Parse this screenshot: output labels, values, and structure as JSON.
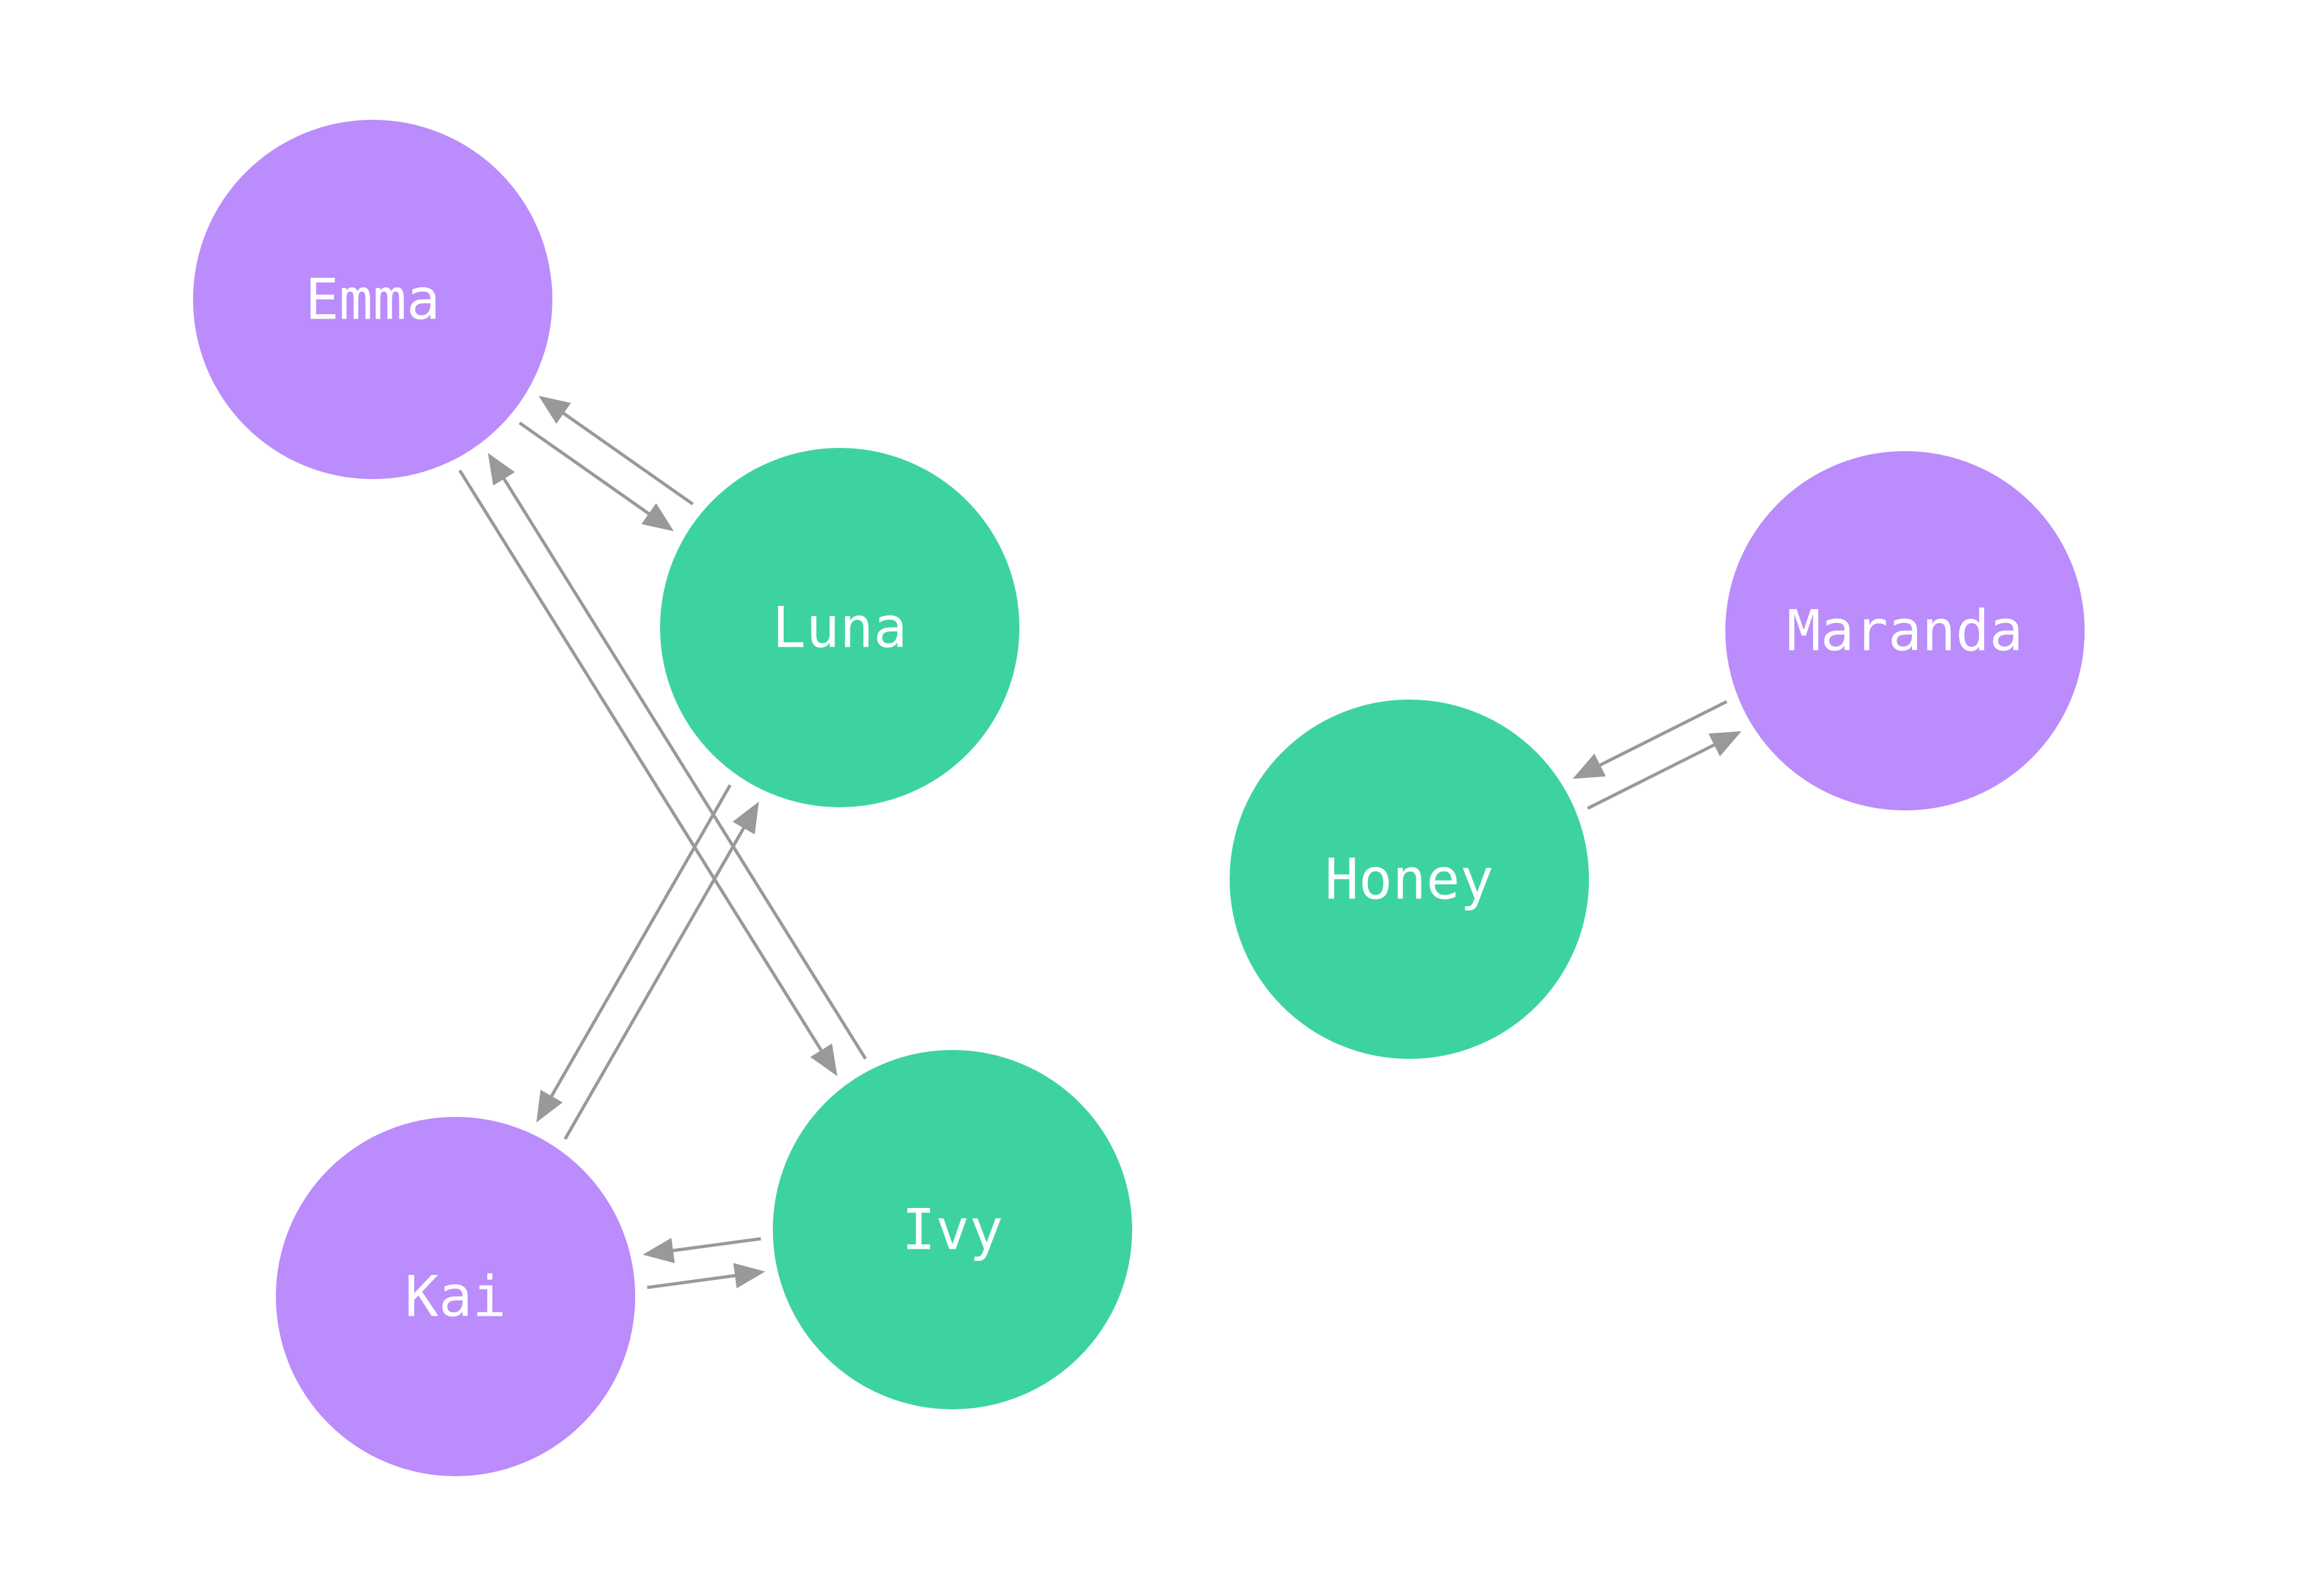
{
  "colors": {
    "purple": "#bb8cfc",
    "green": "#3dd3a0",
    "edge": "#999999",
    "background": "#ffffff"
  },
  "nodes": [
    {
      "id": "emma",
      "label": "Emma",
      "color": "purple"
    },
    {
      "id": "luna",
      "label": "Luna",
      "color": "green"
    },
    {
      "id": "kai",
      "label": "Kai",
      "color": "purple"
    },
    {
      "id": "ivy",
      "label": "Ivy",
      "color": "green"
    },
    {
      "id": "honey",
      "label": "Honey",
      "color": "green"
    },
    {
      "id": "maranda",
      "label": "Maranda",
      "color": "purple"
    }
  ],
  "edges": [
    {
      "from": "emma",
      "to": "luna"
    },
    {
      "from": "luna",
      "to": "emma"
    },
    {
      "from": "emma",
      "to": "ivy"
    },
    {
      "from": "ivy",
      "to": "emma"
    },
    {
      "from": "kai",
      "to": "luna"
    },
    {
      "from": "luna",
      "to": "kai"
    },
    {
      "from": "kai",
      "to": "ivy"
    },
    {
      "from": "ivy",
      "to": "kai"
    },
    {
      "from": "maranda",
      "to": "honey"
    },
    {
      "from": "honey",
      "to": "maranda"
    }
  ]
}
